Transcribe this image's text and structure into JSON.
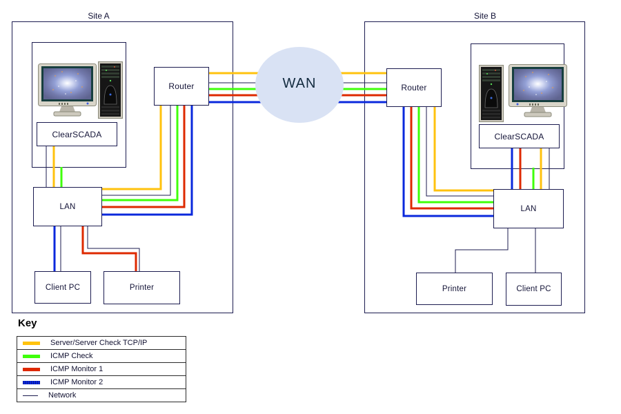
{
  "sites": [
    {
      "label": "Site A",
      "server": "ClearSCADA",
      "router": "Router",
      "lan": "LAN",
      "client_pc": "Client PC",
      "printer": "Printer"
    },
    {
      "label": "Site B",
      "server": "ClearSCADA",
      "router": "Router",
      "lan": "LAN",
      "client_pc": "Client PC",
      "printer": "Printer"
    }
  ],
  "wan": {
    "label": "WAN"
  },
  "key": {
    "title": "Key",
    "items": [
      {
        "label": "Server/Server Check TCP/IP",
        "color": "#FFC20E",
        "style": "thick"
      },
      {
        "label": "ICMP Check",
        "color": "#3FFF0A",
        "style": "thick"
      },
      {
        "label": "ICMP Monitor 1",
        "color": "#DE2900",
        "style": "thick"
      },
      {
        "label": "ICMP Monitor 2",
        "color": "#0A28DC",
        "style": "thick-dotted"
      },
      {
        "label": "Network",
        "color": "#1B1B4F",
        "style": "thin"
      }
    ]
  },
  "colors": {
    "wan_cloud_fill": "#D9E2F4",
    "box_border": "#1B1B4F",
    "network_line": "#1B1B4F"
  },
  "icons": {
    "server_workstation": "desktop-computer-with-tower"
  }
}
